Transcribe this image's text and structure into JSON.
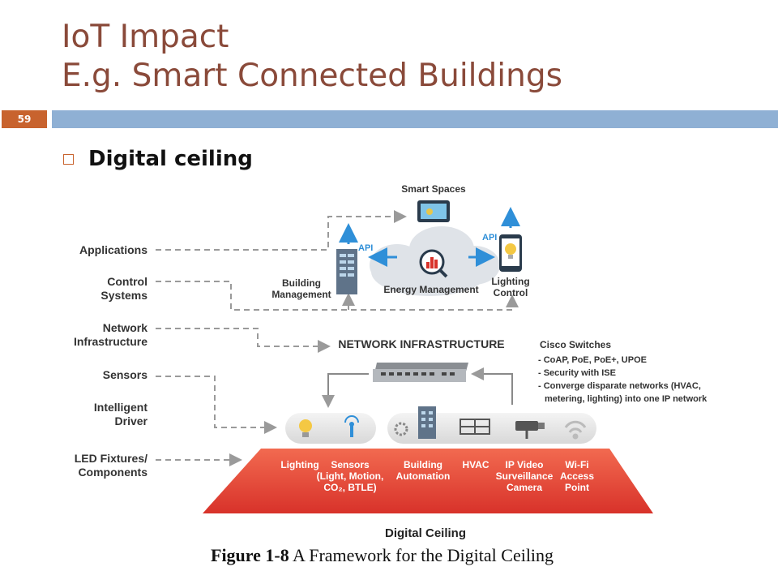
{
  "slide": {
    "title_line1": "IoT Impact",
    "title_line2": "E.g. Smart Connected Buildings",
    "page_number": "59",
    "bullet": "Digital ceiling"
  },
  "diagram": {
    "layers": [
      "Applications",
      "Control Systems",
      "Network Infrastructure",
      "Sensors",
      "Intelligent Driver",
      "LED Fixtures/ Components"
    ],
    "smart_spaces": "Smart Spaces",
    "api_left": "API",
    "api_right": "API",
    "building_management": "Building Management",
    "energy_management": "Energy Management",
    "lighting_control": "Lighting Control",
    "network_infrastructure": "NETWORK INFRASTRUCTURE",
    "cisco_title": "Cisco Switches",
    "cisco_points": [
      "- CoAP, PoE, PoE+, UPOE",
      "- Security with ISE",
      "- Converge disparate networks (HVAC,",
      "metering, lighting) into one IP network"
    ],
    "ceiling_items": [
      "Lighting",
      "Sensors (Light, Motion, CO₂, BTLE)",
      "Building Automation",
      "HVAC",
      "IP Video Surveillance Camera",
      "Wi-Fi Access Point"
    ],
    "digital_ceiling_label": "Digital Ceiling"
  },
  "caption": {
    "figure_label": "Figure 1-8",
    "text": "A Framework for the Digital Ceiling"
  },
  "colors": {
    "title": "#8a4a3a",
    "accent": "#c8632e",
    "rule": "#8fb0d4",
    "ceiling_red": "#e8463a",
    "api_blue": "#2f8fd8"
  }
}
